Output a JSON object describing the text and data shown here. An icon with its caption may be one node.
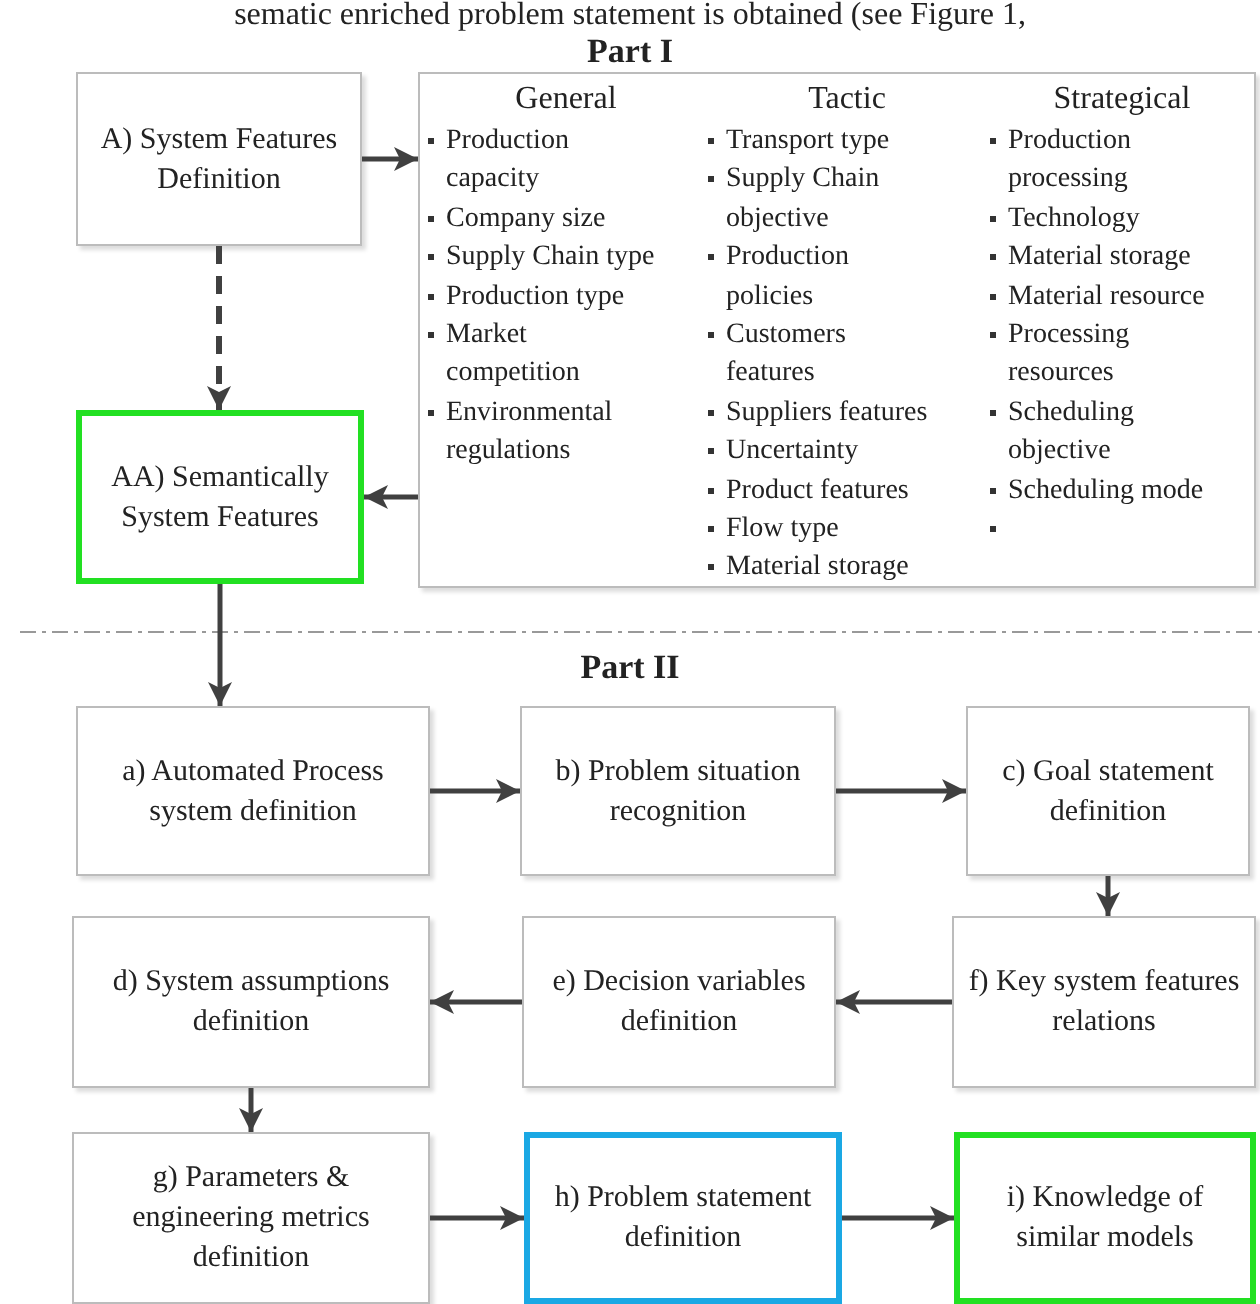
{
  "diagram": {
    "nodes": [
      {
        "text": [
          "A) System Features Definition"
        ]
      },
      {
        "text": [],
        "shape": "box"
      },
      {
        "text": [
          "General",
          "Production capacity",
          "Company size",
          "Supply Chain type",
          "Production type",
          "Market competition",
          "Environmental regulations"
        ],
        "in": 1
      },
      {
        "text": [
          "Tactic",
          "Transport type",
          "Supply Chain objective",
          "Production policies",
          "Customers features",
          "Suppliers features",
          "Uncertainty",
          "Product features",
          "Flow type",
          "Material storage"
        ],
        "in": 1
      },
      {
        "text": [
          "Strategical",
          "Production processing",
          "Technology",
          "Material storage",
          "Material resource",
          "Processing resources",
          "Scheduling objective",
          "Scheduling mode"
        ],
        "in": 1
      },
      {
        "text": [
          "AA) Semantically System Features"
        ]
      },
      {
        "text": [
          "a) Automated Process system definition"
        ]
      },
      {
        "text": [
          "b) Problem situation recognition"
        ]
      },
      {
        "text": [
          "c) Goal statement definition"
        ]
      },
      {
        "text": [
          "d) System assumptions definition"
        ]
      },
      {
        "text": [
          "e) Decision variables definition"
        ]
      },
      {
        "text": [
          "f) Key system features relations"
        ]
      },
      {
        "text": [
          "g) Parameters & engineering metrics definition"
        ]
      },
      {
        "text": [
          "h) Problem statement definition"
        ]
      },
      {
        "text": [
          "i) Knowledge of similar models"
        ]
      }
    ],
    "edges": [
      {
        "from": 0,
        "to": 1,
        "arrow": "to"
      },
      {
        "from": 0,
        "to": 5,
        "arrow": "to",
        "style": "dashed"
      },
      {
        "from": 1,
        "to": 5,
        "arrow": "to"
      },
      {
        "from": 5,
        "to": 6,
        "arrow": "to"
      },
      {
        "from": 6,
        "to": 7,
        "arrow": "to"
      },
      {
        "from": 7,
        "to": 8,
        "arrow": "to"
      },
      {
        "from": 8,
        "to": 11,
        "arrow": "to"
      },
      {
        "from": 11,
        "to": 10,
        "arrow": "to"
      },
      {
        "from": 10,
        "to": 9,
        "arrow": "to"
      },
      {
        "from": 9,
        "to": 12,
        "arrow": "to"
      },
      {
        "from": 12,
        "to": 13,
        "arrow": "to"
      },
      {
        "from": 13,
        "to": 14,
        "arrow": "to"
      }
    ],
    "labels": [
      "sematic enriched problem statement is obtained (see Figure 1,",
      "Part I",
      "Part II"
    ]
  }
}
